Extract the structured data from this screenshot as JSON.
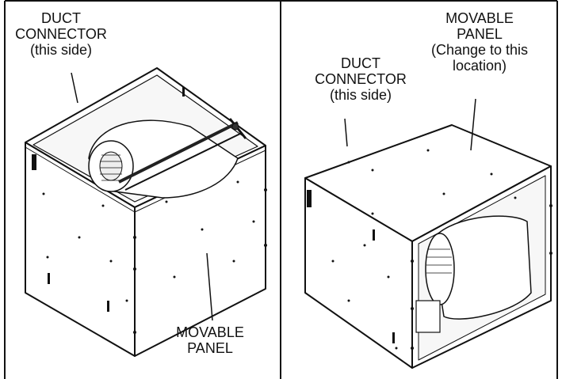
{
  "left_panel": {
    "duct_connector_label": [
      "DUCT",
      "CONNECTOR",
      "(this side)"
    ],
    "movable_panel_label": [
      "MOVABLE",
      "PANEL"
    ]
  },
  "right_panel": {
    "duct_connector_label": [
      "DUCT",
      "CONNECTOR",
      "(this side)"
    ],
    "movable_panel_label": [
      "MOVABLE",
      "PANEL",
      "(Change to this",
      "location)"
    ]
  }
}
